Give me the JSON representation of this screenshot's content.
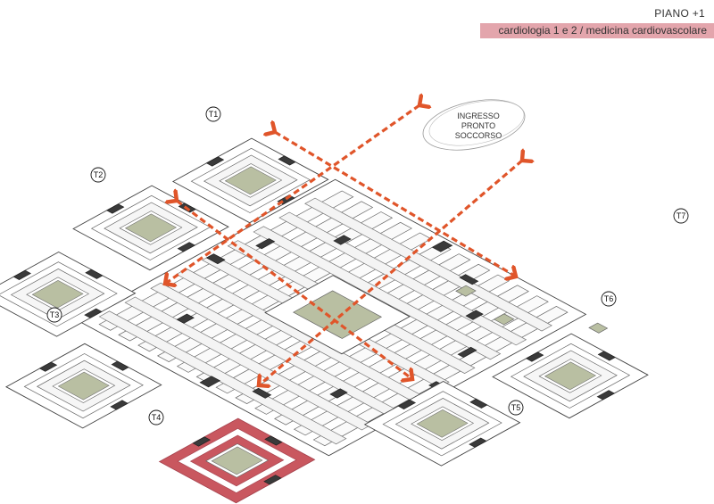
{
  "header": {
    "floor": "PIANO +1",
    "department": "cardiologia 1 e 2 / medicina cardiovascolare"
  },
  "entrance": {
    "lines": [
      "INGRESSO",
      "PRONTO",
      "SOCCORSO"
    ]
  },
  "towers": [
    {
      "id": "T1",
      "label": "T1",
      "highlighted": false
    },
    {
      "id": "T2",
      "label": "T2",
      "highlighted": false
    },
    {
      "id": "T3",
      "label": "T3",
      "highlighted": false
    },
    {
      "id": "T4",
      "label": "T4",
      "highlighted": false
    },
    {
      "id": "T5",
      "label": "T5",
      "highlighted": true
    },
    {
      "id": "T6",
      "label": "T6",
      "highlighted": false
    },
    {
      "id": "T7",
      "label": "T7",
      "highlighted": false
    }
  ],
  "colors": {
    "highlight": "#c9575f",
    "highlight_dark": "#a84550",
    "path": "#e0552a",
    "courtyard": "#b9bfa2",
    "core": "#3a3a3a",
    "banner": "#e3a5ac"
  }
}
